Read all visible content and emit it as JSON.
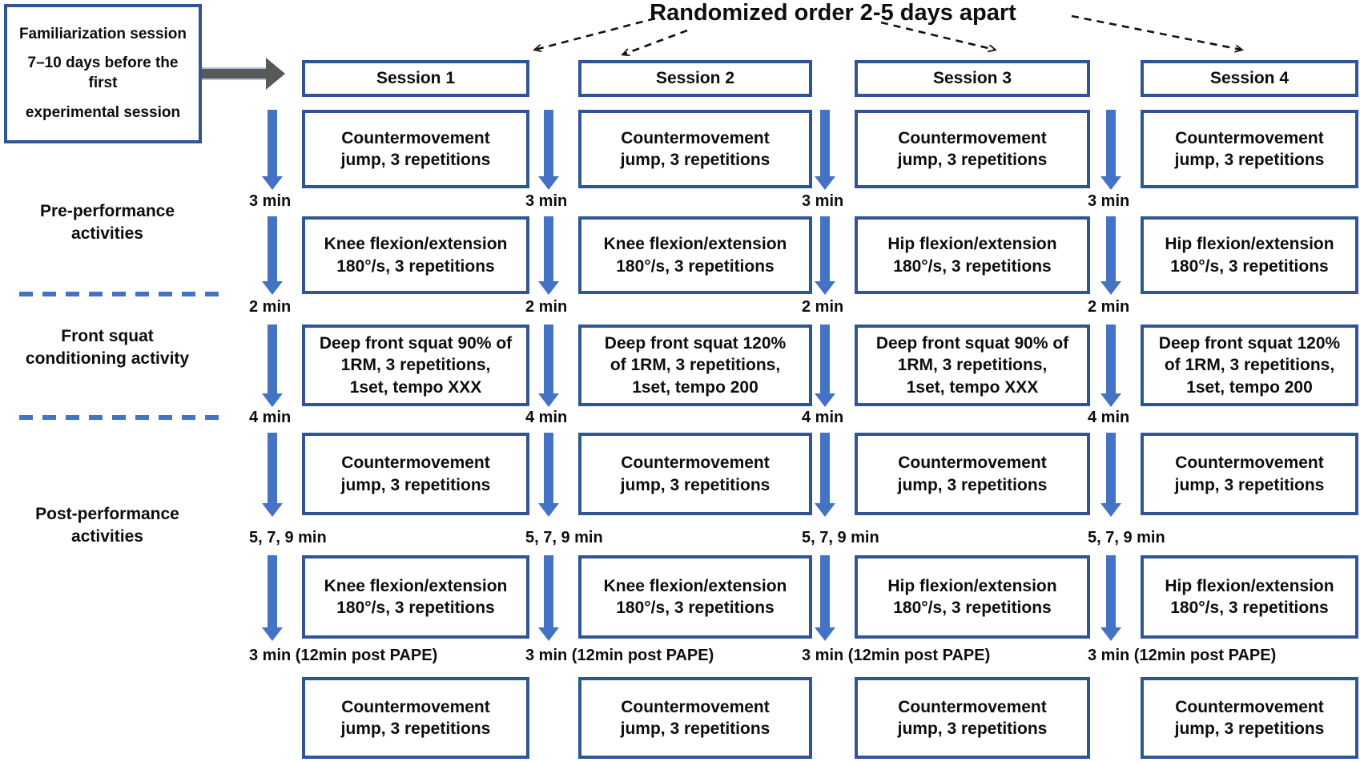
{
  "title": "Randomized order 2-5 days apart",
  "familiarization": {
    "line1": "Familiarization session",
    "line2": "7–10 days before the\nfirst",
    "line3": "experimental session"
  },
  "phases": {
    "pre": "Pre-performance\nactivities",
    "conditioning": "Front squat\nconditioning activity",
    "post": "Post-performance\nactivities"
  },
  "sessions": [
    {
      "name": "Session 1",
      "boxes": [
        "Countermovement\njump, 3 repetitions",
        "Knee flexion/extension\n180°/s, 3 repetitions",
        "Deep front squat 90% of\n1RM, 3 repetitions,\n1set, tempo XXX",
        "Countermovement\njump, 3 repetitions",
        "Knee flexion/extension\n180°/s, 3 repetitions",
        "Countermovement\njump, 3 repetitions"
      ],
      "intervals": [
        "3 min",
        "2 min",
        "4 min",
        "5, 7, 9 min",
        "3 min (12min post PAPE)"
      ]
    },
    {
      "name": "Session 2",
      "boxes": [
        "Countermovement\njump, 3 repetitions",
        "Knee flexion/extension\n180°/s, 3 repetitions",
        "Deep front squat 120%\nof 1RM, 3 repetitions,\n1set, tempo 200",
        "Countermovement\njump, 3 repetitions",
        "Knee flexion/extension\n180°/s, 3 repetitions",
        "Countermovement\njump, 3 repetitions"
      ],
      "intervals": [
        "3 min",
        "2 min",
        "4 min",
        "5, 7, 9 min",
        "3 min (12min post PAPE)"
      ]
    },
    {
      "name": "Session 3",
      "boxes": [
        "Countermovement\njump, 3 repetitions",
        "Hip flexion/extension\n180°/s, 3 repetitions",
        "Deep front squat 90% of\n1RM, 3 repetitions,\n1set, tempo XXX",
        "Countermovement\njump, 3 repetitions",
        "Hip flexion/extension\n180°/s, 3 repetitions",
        "Countermovement\njump, 3 repetitions"
      ],
      "intervals": [
        "3 min",
        "2 min",
        "4 min",
        "5, 7, 9 min",
        "3 min (12min post PAPE)"
      ]
    },
    {
      "name": "Session 4",
      "boxes": [
        "Countermovement\njump, 3 repetitions",
        "Hip flexion/extension\n180°/s, 3 repetitions",
        "Deep front squat 120%\nof 1RM, 3 repetitions,\n1set, tempo 200",
        "Countermovement\njump, 3 repetitions",
        "Hip flexion/extension\n180°/s, 3 repetitions",
        "Countermovement\njump, 3 repetitions"
      ],
      "intervals": [
        "3 min",
        "2 min",
        "4 min",
        "5, 7, 9 min",
        "3 min (12min post PAPE)"
      ]
    }
  ],
  "colors": {
    "box_border": "#2F5597",
    "flow_arrow": "#4472C4",
    "dashed_separator": "#4472C4",
    "gray_arrow": "#595959",
    "text": "#0d0d0d"
  }
}
